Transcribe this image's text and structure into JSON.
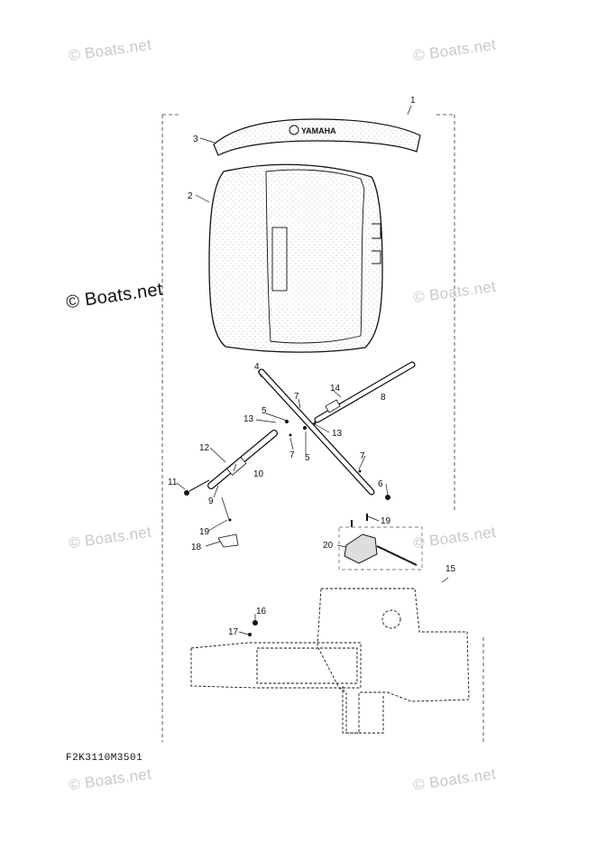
{
  "watermarks": {
    "top_left": "© Boats.net",
    "top_right": "© Boats.net",
    "mid_left": "© Boats.net",
    "mid_right": "© Boats.net",
    "lower_left": "© Boats.net",
    "lower_right": "© Boats.net",
    "bottom_left": "© Boats.net",
    "bottom_right": "© Boats.net"
  },
  "brand_logo_text": "YAMAHA",
  "diagram_code": "F2K3110M3501",
  "callouts": {
    "c1": "1",
    "c2": "2",
    "c3": "3",
    "c4": "4",
    "c5a": "5",
    "c5b": "5",
    "c6": "6",
    "c7a": "7",
    "c7b": "7",
    "c7c": "7",
    "c8": "8",
    "c9": "9",
    "c10": "10",
    "c11": "11",
    "c12": "12",
    "c13a": "13",
    "c13b": "13",
    "c14": "14",
    "c15": "15",
    "c16": "16",
    "c17": "17",
    "c18": "18",
    "c19a": "19",
    "c19b": "19",
    "c20": "20"
  }
}
